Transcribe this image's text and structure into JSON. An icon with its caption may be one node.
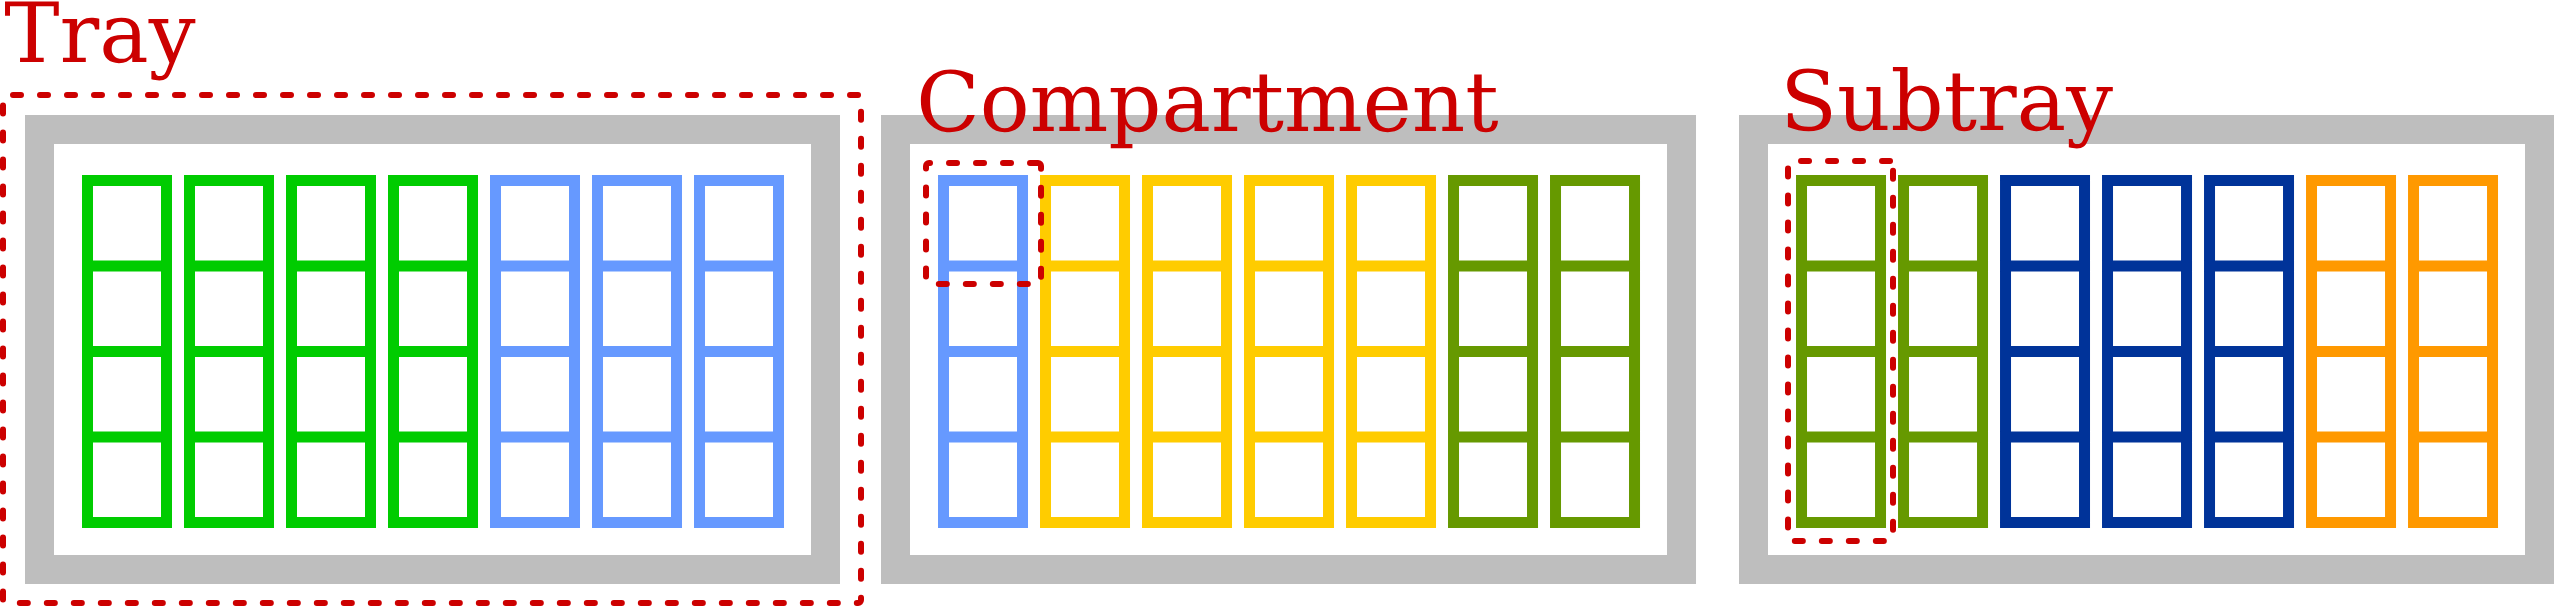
{
  "diagram": {
    "nodes": [
      {
        "text": [
          "Tray"
        ]
      },
      {
        "text": [],
        "shape": "box",
        "in": 0
      },
      {
        "text": [],
        "shape": "box"
      },
      {
        "text": [
          "Compartment"
        ],
        "in": 2
      },
      {
        "text": [],
        "shape": "box"
      },
      {
        "text": [
          "Subtray"
        ],
        "in": 4
      }
    ]
  }
}
